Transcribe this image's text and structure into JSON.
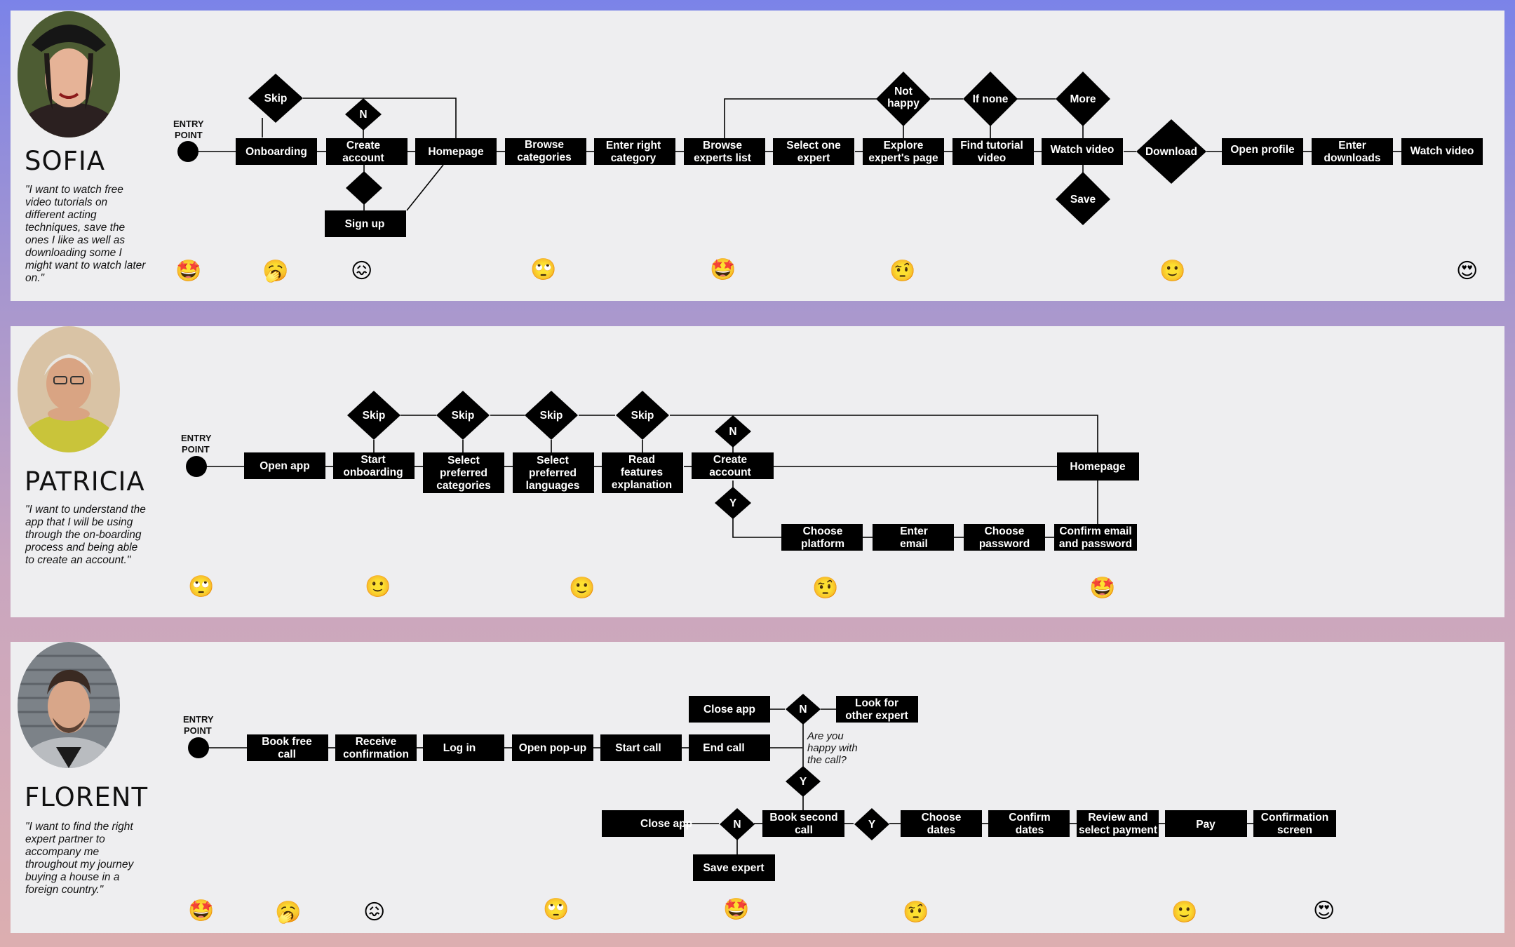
{
  "entry_point_label": [
    "ENTRY",
    "POINT"
  ],
  "colors": {
    "background_top": "#7b83e8",
    "background_bottom": "#dcaeb0",
    "panel": "#eeeef0",
    "node": "#000000",
    "emotion_line_start": "#6f78e6",
    "emotion_line_end": "#e2b4b4"
  },
  "personas": [
    {
      "name": "SOFIA",
      "quote": "\"I want to watch free video tutorials on different acting techniques, save the ones I like as well as downloading some I might want to watch later on.\"",
      "avatar": "avatar-photo",
      "nodes": [
        "Onboarding",
        "Create account",
        "Sign up",
        "Homepage",
        "Browse categories",
        "Enter right category",
        "Browse experts list",
        "Select one expert",
        "Explore expert's page",
        "Find tutorial video",
        "Watch video",
        "Download",
        "Open profile",
        "Enter downloads",
        "Watch video"
      ],
      "decisions": [
        "Skip",
        "N",
        "Not happy",
        "If none",
        "More",
        "Save",
        ""
      ],
      "emotions": [
        "star-struck",
        "yawning",
        "confounded",
        "rolling-eyes",
        "star-struck",
        "raised-eyebrow",
        "slightly-smiling",
        "heart-eyes"
      ]
    },
    {
      "name": "PATRICIA",
      "quote": "\"I want to understand the app that I will be using through the on-boarding process and being able to create an account.\"",
      "avatar": "avatar-photo",
      "nodes": [
        "Open app",
        "Start onboarding",
        "Select preferred categories",
        "Select preferred languages",
        "Read features explanation",
        "Create account",
        "Homepage",
        "Choose platform",
        "Enter email",
        "Choose password",
        "Confirm email and password"
      ],
      "decisions": [
        "Skip",
        "Skip",
        "Skip",
        "Skip",
        "N",
        "Y"
      ],
      "emotions": [
        "rolling-eyes",
        "slightly-smiling",
        "slightly-smiling",
        "raised-eyebrow",
        "star-struck"
      ]
    },
    {
      "name": "FLORENT",
      "quote": "\"I want to find the right expert partner to accompany me throughout my journey buying a house in a foreign country.\"",
      "avatar": "avatar-photo",
      "nodes": [
        "Book free call",
        "Receive confirmation",
        "Log in",
        "Open pop-up",
        "Start call",
        "End call",
        "Close app",
        "Look for other expert",
        "Book second call",
        "Close app",
        "Save expert",
        "Choose dates",
        "Confirm dates",
        "Review and select payment",
        "Pay",
        "Confirmation screen"
      ],
      "decisions": [
        "N",
        "Y",
        "N",
        "Y"
      ],
      "question": "Are you happy with the call?",
      "emotions": [
        "star-struck",
        "yawning",
        "confounded",
        "rolling-eyes",
        "star-struck",
        "raised-eyebrow",
        "slightly-smiling",
        "heart-eyes"
      ]
    }
  ]
}
